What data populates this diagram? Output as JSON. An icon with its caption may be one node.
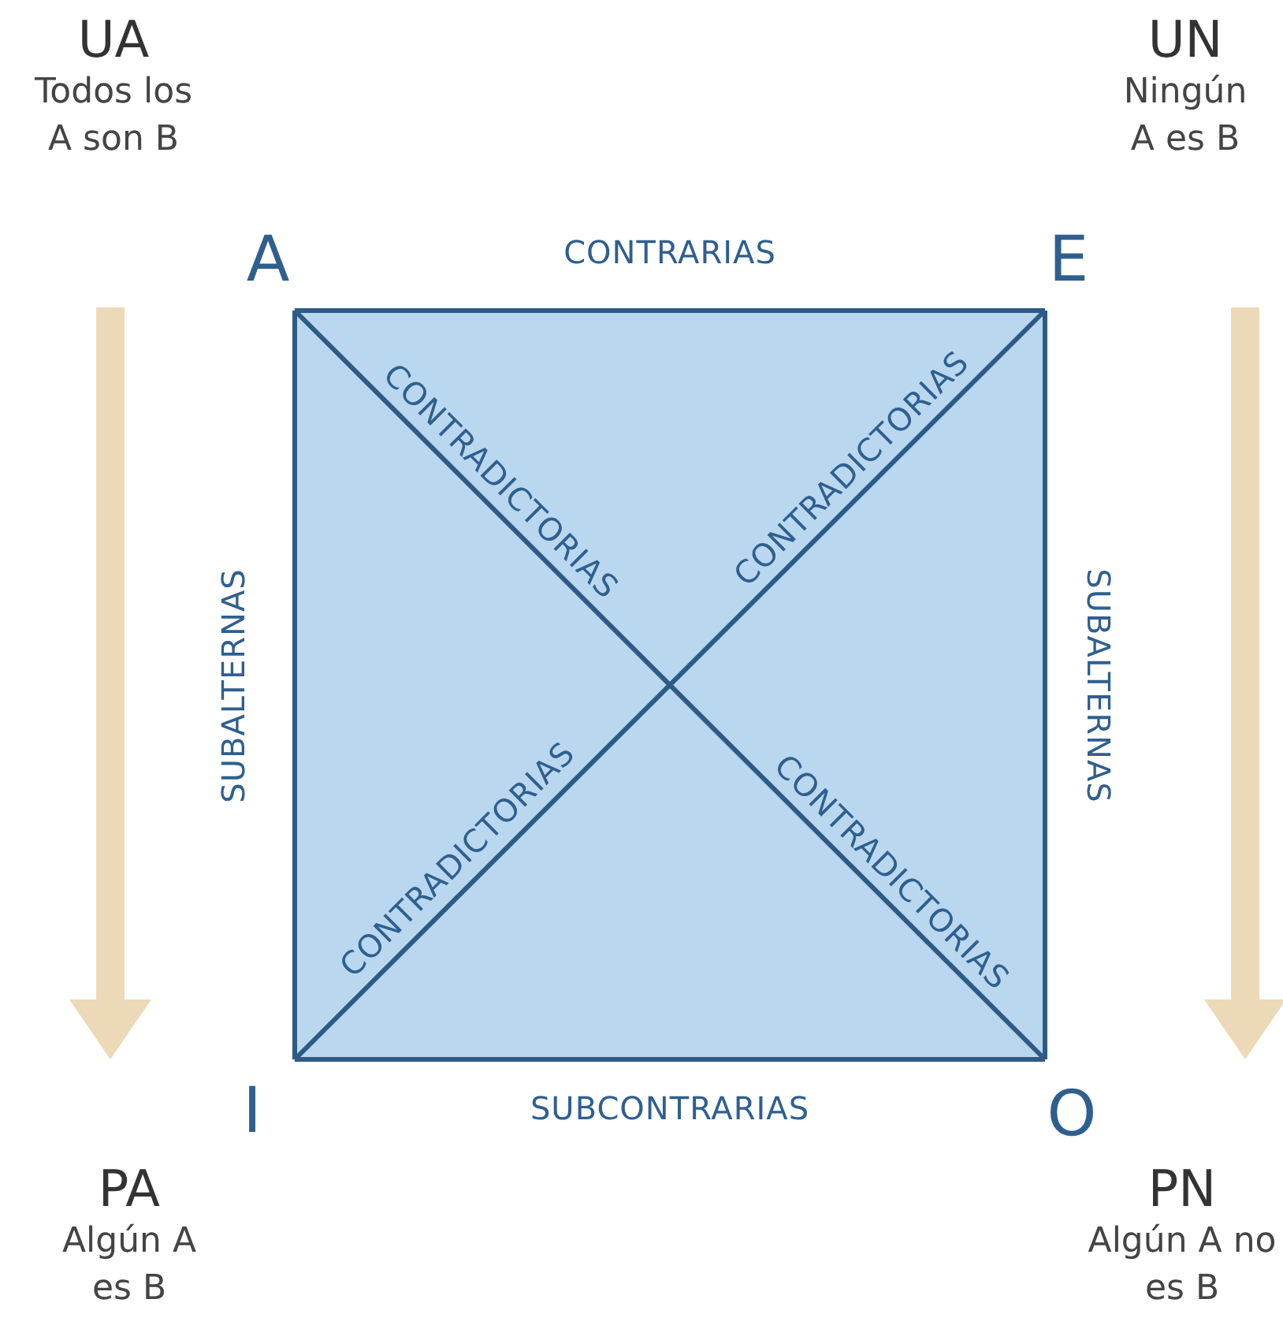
{
  "diagram": {
    "nodes": [
      {
        "text": [
          "UA",
          "Todos los A son B"
        ]
      },
      {
        "text": [
          "UN",
          "Ningún A es B"
        ]
      },
      {
        "text": [
          "A"
        ]
      },
      {
        "text": [
          "E"
        ]
      },
      {
        "text": [
          "I"
        ]
      },
      {
        "text": [
          "O"
        ]
      },
      {
        "text": [
          "PA",
          "Algún A es B"
        ]
      },
      {
        "text": [
          "PN",
          "Algún A no es B"
        ]
      }
    ],
    "edges": [
      {
        "from": 2,
        "to": 3,
        "arrow": "none",
        "label": "CONTRARIAS"
      },
      {
        "from": 2,
        "to": 4,
        "arrow": "none",
        "label": "SUBALTERNAS"
      },
      {
        "from": 3,
        "to": 5,
        "arrow": "none",
        "label": "SUBALTERNAS"
      },
      {
        "from": 4,
        "to": 5,
        "arrow": "none",
        "label": "SUBCONTRARIAS"
      },
      {
        "from": 2,
        "to": 5,
        "arrow": "none",
        "label": "CONTRADICTORIAS"
      },
      {
        "from": 3,
        "to": 4,
        "arrow": "none",
        "label": "CONTRADICTORIAS"
      }
    ],
    "labels": [
      "CONTRADICTORIAS",
      "CONTRADICTORIAS"
    ]
  }
}
